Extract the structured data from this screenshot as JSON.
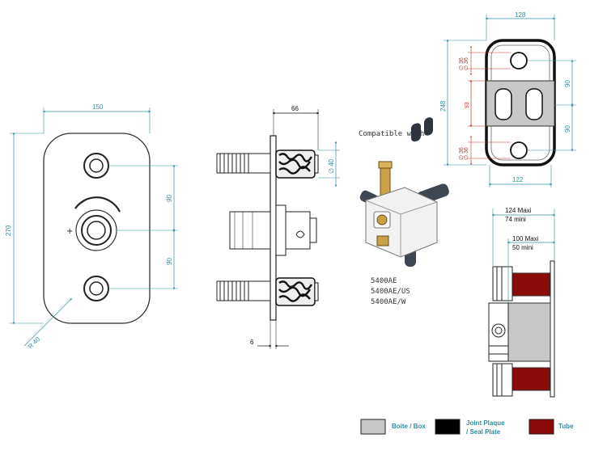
{
  "front_view": {
    "width_label": "150",
    "height_label": "270",
    "spacing_top": "90",
    "spacing_bottom": "90",
    "radius_label": "R 40"
  },
  "side_view": {
    "depth_label": "66",
    "diameter_label": "∅ 40",
    "plate_label": "6"
  },
  "compatible": {
    "title": "Compatible with",
    "models": [
      "5400AE",
      "5400AE/US",
      "5400AE/W"
    ]
  },
  "seal_plate": {
    "width_top": "128",
    "width_bottom": "122",
    "height_label": "248",
    "spacing_a": "90",
    "spacing_b": "90",
    "center_label": "93",
    "hole_top": "∅ 36",
    "hole_top_small": "∅ 36",
    "hole_bottom": "∅ 36",
    "hole_bottom_small": "∅ 36"
  },
  "box_section": {
    "max_depth": "124 Maxi",
    "min_depth": "74 mini",
    "max_depth_2": "100 Maxi",
    "min_depth_2": "50 mini"
  },
  "legend": {
    "box": "Boite / Box",
    "seal_line1": "Joint Plaque",
    "seal_line2": "/ Seal Plate",
    "tube": "Tube"
  },
  "colors": {
    "dimension": "#2f8fa0",
    "dimension_red": "#c0392b",
    "box": "#c8c8c8",
    "seal": "#000000",
    "tube": "#8b0a0a"
  }
}
